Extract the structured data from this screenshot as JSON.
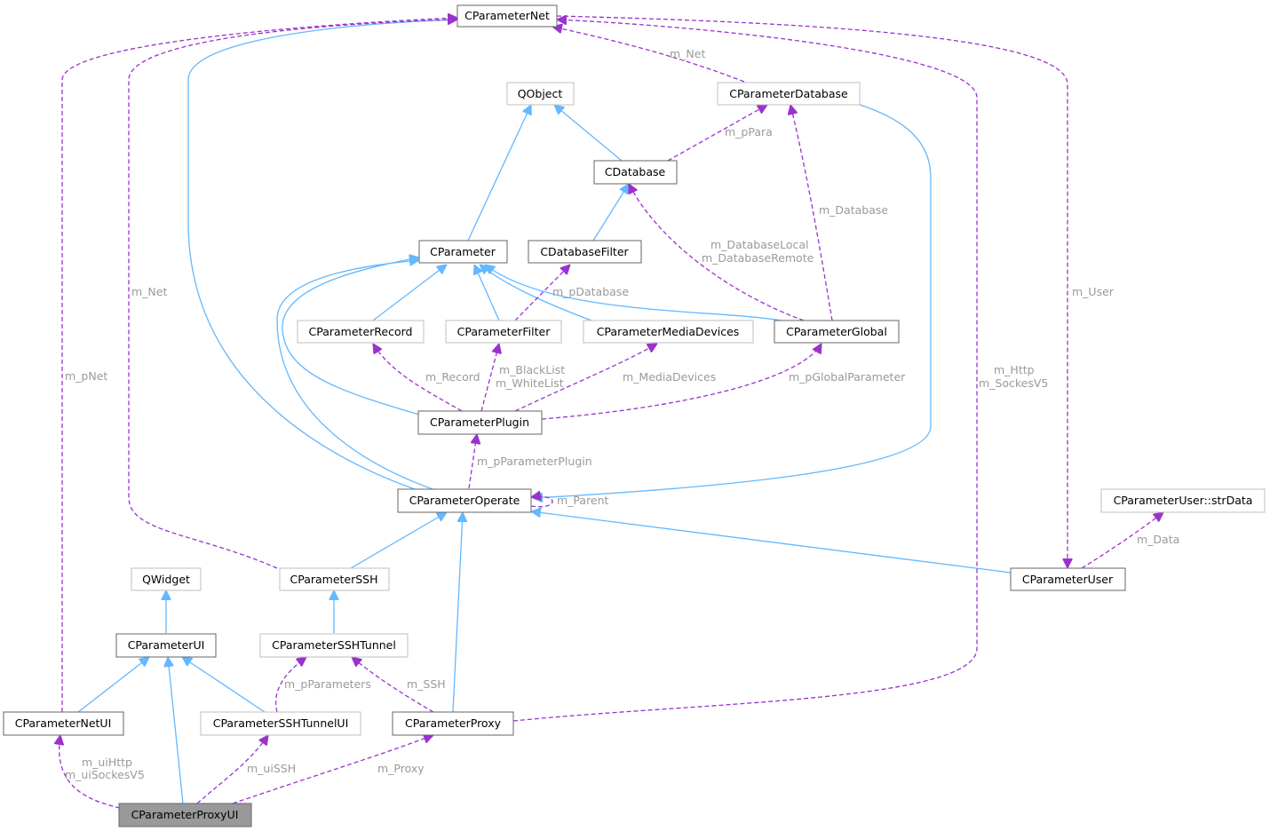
{
  "nodes": {
    "CParameterNet": "CParameterNet",
    "QObject": "QObject",
    "CParameterDatabase": "CParameterDatabase",
    "CDatabase": "CDatabase",
    "CParameter": "CParameter",
    "CDatabaseFilter": "CDatabaseFilter",
    "CParameterRecord": "CParameterRecord",
    "CParameterFilter": "CParameterFilter",
    "CParameterMediaDevices": "CParameterMediaDevices",
    "CParameterGlobal": "CParameterGlobal",
    "CParameterPlugin": "CParameterPlugin",
    "CParameterOperate": "CParameterOperate",
    "CParameterUserStrData": "CParameterUser::strData",
    "QWidget": "QWidget",
    "CParameterSSH": "CParameterSSH",
    "CParameterUser": "CParameterUser",
    "CParameterUI": "CParameterUI",
    "CParameterSSHTunnel": "CParameterSSHTunnel",
    "CParameterNetUI": "CParameterNetUI",
    "CParameterSSHTunnelUI": "CParameterSSHTunnelUI",
    "CParameterProxy": "CParameterProxy",
    "CParameterProxyUI": "CParameterProxyUI"
  },
  "edge_labels": {
    "m_Net_db": "m_Net",
    "m_pPara": "m_pPara",
    "m_Database": "m_Database",
    "m_DatabaseLocal": "m_DatabaseLocal",
    "m_DatabaseRemote": "m_DatabaseRemote",
    "m_pDatabase": "m_pDatabase",
    "m_Net_ssh": "m_Net",
    "m_pNet": "m_pNet",
    "m_User": "m_User",
    "m_Http": "m_Http",
    "m_SockesV5_proxy": "m_SockesV5",
    "m_Record": "m_Record",
    "m_BlackList": "m_BlackList",
    "m_WhiteList": "m_WhiteList",
    "m_MediaDevices": "m_MediaDevices",
    "m_pGlobalParameter": "m_pGlobalParameter",
    "m_pParameterPlugin": "m_pParameterPlugin",
    "m_Parent": "m_Parent",
    "m_Data": "m_Data",
    "m_pParameters": "m_pParameters",
    "m_SSH": "m_SSH",
    "m_uiHttp": "m_uiHttp",
    "m_uiSockesV5": "m_uiSockesV5",
    "m_uiSSH": "m_uiSSH",
    "m_Proxy": "m_Proxy"
  },
  "colors": {
    "inheritance": "#63b8ff",
    "collaboration": "#9a32cd",
    "node_border": "#666666",
    "node_border_light": "#bfbfbf",
    "highlight_fill": "#999999",
    "label": "#9a9a9a"
  }
}
